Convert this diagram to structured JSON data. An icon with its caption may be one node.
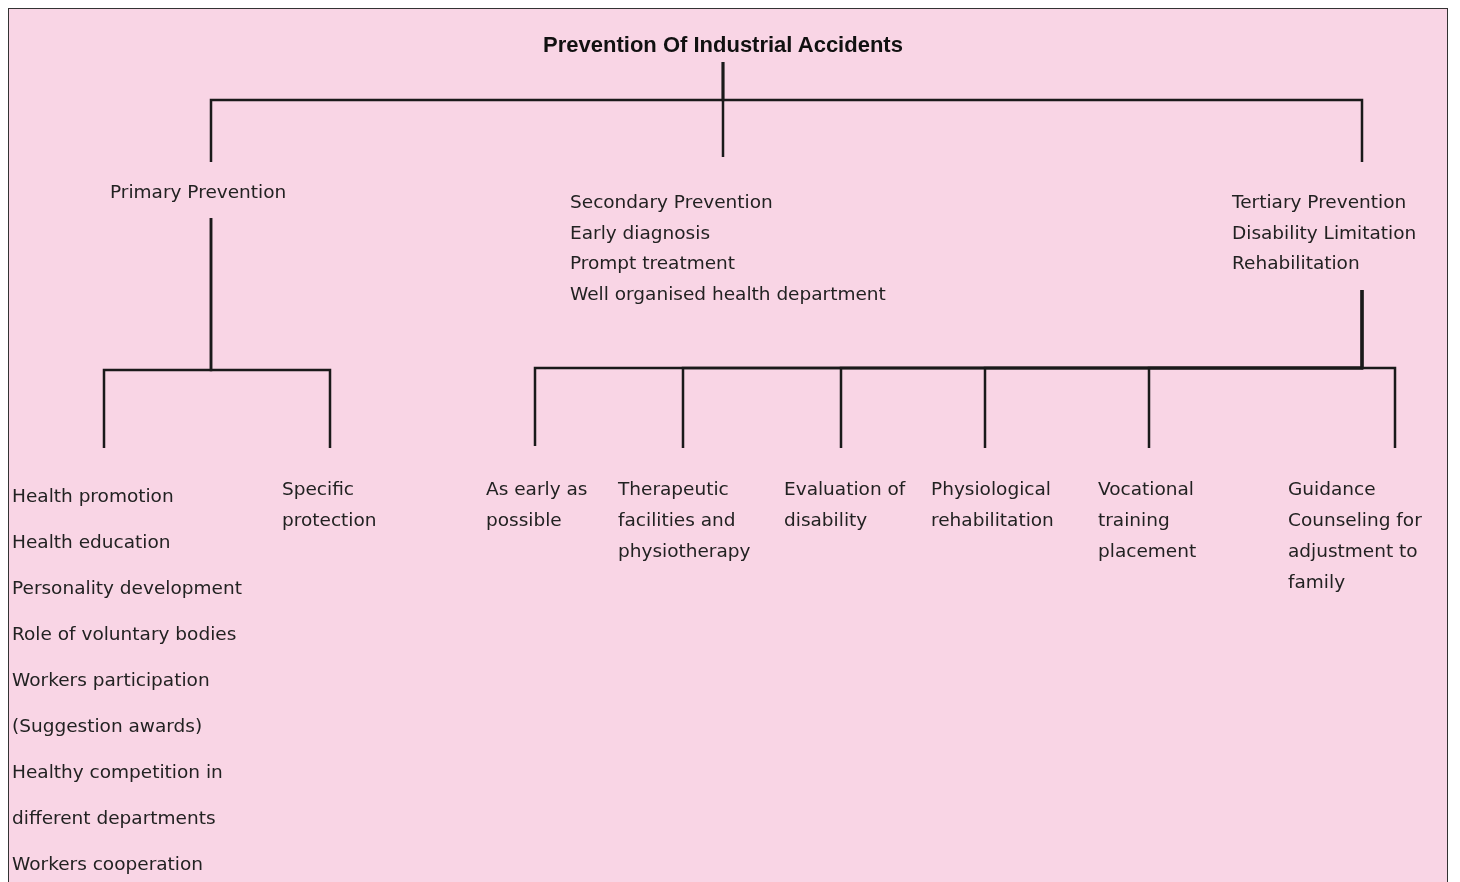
{
  "diagram": {
    "title": "Prevention Of Industrial Accidents",
    "nodes": [
      {
        "text": [
          "Primary Prevention"
        ]
      },
      {
        "text": [
          "Secondary Prevention",
          "Early diagnosis",
          "Prompt treatment",
          "Well organised health department"
        ]
      },
      {
        "text": [
          "Tertiary Prevention",
          "Disability Limitation",
          "Rehabilitation"
        ]
      },
      {
        "text": [
          "Health promotion",
          "Health education",
          "Personality development",
          "Role of voluntary bodies",
          "Workers participation (Suggestion awards)",
          "Healthy competition in different departments",
          "Workers cooperation"
        ]
      },
      {
        "text": [
          "Specific protection"
        ]
      },
      {
        "text": [
          "As early as possible"
        ]
      },
      {
        "text": [
          "Therapeutic facilities and physiotherapy"
        ]
      },
      {
        "text": [
          "Evaluation of disability"
        ]
      },
      {
        "text": [
          "Physiological rehabilitation"
        ]
      },
      {
        "text": [
          "Vocational training placement"
        ]
      },
      {
        "text": [
          "Guidance Counseling for adjustment to family"
        ]
      }
    ],
    "edges": [
      {
        "from": null,
        "to": 0,
        "arrow": "none"
      },
      {
        "from": null,
        "to": 1,
        "arrow": "none"
      },
      {
        "from": null,
        "to": 2,
        "arrow": "none"
      },
      {
        "from": 0,
        "to": 3,
        "arrow": "none"
      },
      {
        "from": 0,
        "to": 4,
        "arrow": "none"
      },
      {
        "from": 2,
        "to": 5,
        "arrow": "none"
      },
      {
        "from": 2,
        "to": 6,
        "arrow": "none"
      },
      {
        "from": 2,
        "to": 7,
        "arrow": "none"
      },
      {
        "from": 2,
        "to": 8,
        "arrow": "none"
      },
      {
        "from": 2,
        "to": 9,
        "arrow": "none"
      },
      {
        "from": 2,
        "to": 10,
        "arrow": "none"
      }
    ]
  }
}
